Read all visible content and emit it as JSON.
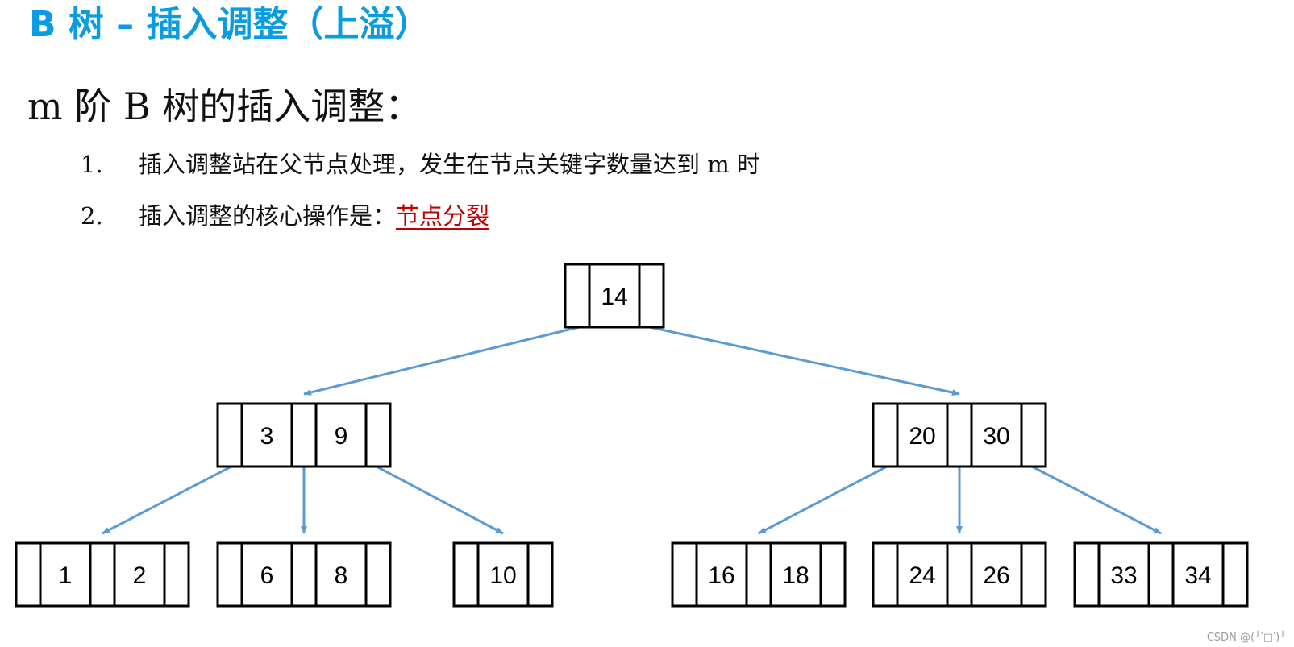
{
  "title": "B 树 – 插入调整（上溢）",
  "heading": "m 阶 B 树的插入调整：",
  "items": [
    {
      "num": "1.",
      "text": "插入调整站在父节点处理，发生在节点关键字数量达到 m 时",
      "highlight": ""
    },
    {
      "num": "2.",
      "text": "插入调整的核心操作是：",
      "highlight": "节点分裂"
    }
  ],
  "colors": {
    "title": "#0b9be0",
    "highlight": "#c00000",
    "arrow": "#5b9bd5",
    "node_border": "#000000"
  },
  "tree": {
    "nodes": [
      {
        "id": "root",
        "keys": [
          "14"
        ]
      },
      {
        "id": "left",
        "keys": [
          "3",
          "9"
        ]
      },
      {
        "id": "right",
        "keys": [
          "20",
          "30"
        ]
      },
      {
        "id": "leaf-1-2",
        "keys": [
          "1",
          "2"
        ]
      },
      {
        "id": "leaf-6-8",
        "keys": [
          "6",
          "8"
        ]
      },
      {
        "id": "leaf-10",
        "keys": [
          "10"
        ]
      },
      {
        "id": "leaf-16-18",
        "keys": [
          "16",
          "18"
        ]
      },
      {
        "id": "leaf-24-26",
        "keys": [
          "24",
          "26"
        ]
      },
      {
        "id": "leaf-33-34",
        "keys": [
          "33",
          "34"
        ]
      }
    ],
    "edges": [
      {
        "from": "root",
        "to": "left"
      },
      {
        "from": "root",
        "to": "right"
      },
      {
        "from": "left",
        "to": "leaf-1-2"
      },
      {
        "from": "left",
        "to": "leaf-6-8"
      },
      {
        "from": "left",
        "to": "leaf-10"
      },
      {
        "from": "right",
        "to": "leaf-16-18"
      },
      {
        "from": "right",
        "to": "leaf-24-26"
      },
      {
        "from": "right",
        "to": "leaf-33-34"
      }
    ]
  },
  "footer": "CSDN @(╯‵□′)╯"
}
